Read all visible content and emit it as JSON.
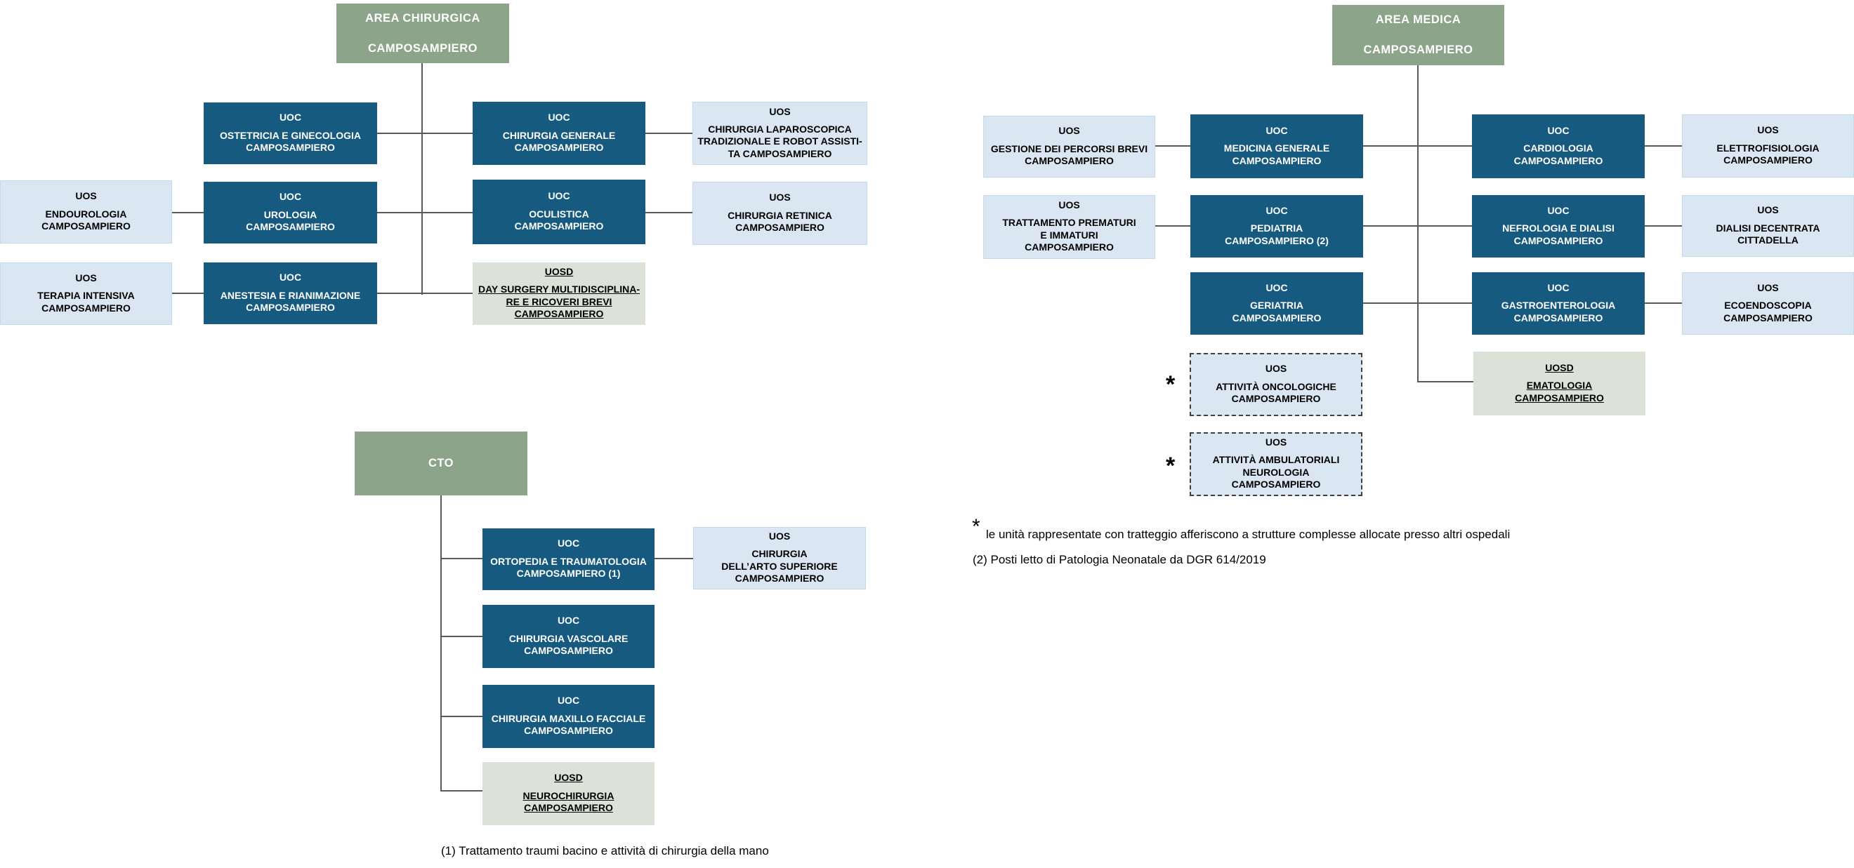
{
  "palette": {
    "uoc_blue": "#175A80",
    "uos_light_blue": "#DAE7F3",
    "uosd_sage": "#DCE2D7",
    "area_green": "#8CA489",
    "connector_gray": "#595959",
    "dashed_border": "#3F3F3F"
  },
  "asterisk": "*",
  "nodes": {
    "area_chirurgica": {
      "name": "AREA CHIRURGICA\nCAMPOSAMPIERO"
    },
    "ostetricia": {
      "type": "UOC",
      "name": "OSTETRICIA E GINECOLOGIA\nCAMPOSAMPIERO"
    },
    "urologia": {
      "type": "UOC",
      "name": "UROLOGIA\nCAMPOSAMPIERO"
    },
    "anestesia": {
      "type": "UOC",
      "name": "ANESTESIA E RIANIMAZIONE\nCAMPOSAMPIERO"
    },
    "chirurgia_generale": {
      "type": "UOC",
      "name": "CHIRURGIA GENERALE\nCAMPOSAMPIERO"
    },
    "oculistica": {
      "type": "UOC",
      "name": "OCULISTICA\nCAMPOSAMPIERO"
    },
    "day_surgery": {
      "type": "UOSD",
      "name": "DAY SURGERY  MULTIDISCIPLINA-\nRE E RICOVERI BREVI\nCAMPOSAMPIERO"
    },
    "chir_laparoscopica": {
      "type": "UOS",
      "name": "CHIRURGIA LAPAROSCOPICA\nTRADIZIONALE E ROBOT ASSISTI-\nTA CAMPOSAMPIERO"
    },
    "chir_retinica": {
      "type": "UOS",
      "name": "CHIRURGIA RETINICA\nCAMPOSAMPIERO"
    },
    "endourologia": {
      "type": "UOS",
      "name": "ENDOUROLOGIA\nCAMPOSAMPIERO"
    },
    "terapia_intensiva": {
      "type": "UOS",
      "name": "TERAPIA INTENSIVA\nCAMPOSAMPIERO"
    },
    "cto": {
      "name": "CTO"
    },
    "ortopedia": {
      "type": "UOC",
      "name": "ORTOPEDIA E TRAUMATOLOGIA\nCAMPOSAMPIERO (1)"
    },
    "chir_vascolare": {
      "type": "UOC",
      "name": "CHIRURGIA VASCOLARE\nCAMPOSAMPIERO"
    },
    "maxillo_facciale": {
      "type": "UOC",
      "name": "CHIRURGIA MAXILLO FACCIALE\nCAMPOSAMPIERO"
    },
    "neurochirurgia": {
      "type": "UOSD",
      "name": "NEUROCHIRURGIA\nCAMPOSAMPIERO"
    },
    "chir_arto": {
      "type": "UOS",
      "name": "CHIRURGIA\nDELL’ARTO SUPERIORE\nCAMPOSAMPIERO"
    },
    "area_medica": {
      "name": "AREA MEDICA\nCAMPOSAMPIERO"
    },
    "medicina_generale": {
      "type": "UOC",
      "name": "MEDICINA GENERALE\nCAMPOSAMPIERO"
    },
    "pediatria": {
      "type": "UOC",
      "name": "PEDIATRIA\nCAMPOSAMPIERO (2)"
    },
    "geriatria": {
      "type": "UOC",
      "name": "GERIATRIA\nCAMPOSAMPIERO"
    },
    "gestione_percorsi": {
      "type": "UOS",
      "name": "GESTIONE DEI PERCORSI BREVI\nCAMPOSAMPIERO"
    },
    "tratt_prematuri": {
      "type": "UOS",
      "name": "TRATTAMENTO PREMATURI\nE IMMATURI\nCAMPOSAMPIERO"
    },
    "att_oncologiche": {
      "type": "UOS",
      "name": "ATTIVITÀ ONCOLOGICHE\nCAMPOSAMPIERO"
    },
    "att_ambulatoriali": {
      "type": "UOS",
      "name": "ATTIVITÀ  AMBULATORIALI\nNEUROLOGIA\nCAMPOSAMPIERO"
    },
    "cardiologia": {
      "type": "UOC",
      "name": "CARDIOLOGIA\nCAMPOSAMPIERO"
    },
    "nefrologia": {
      "type": "UOC",
      "name": "NEFROLOGIA E DIALISI\nCAMPOSAMPIERO"
    },
    "gastroenterologia": {
      "type": "UOC",
      "name": "GASTROENTEROLOGIA\nCAMPOSAMPIERO"
    },
    "ematologia": {
      "type": "UOSD",
      "name": "EMATOLOGIA\nCAMPOSAMPIERO"
    },
    "elettrofisiologia": {
      "type": "UOS",
      "name": "ELETTROFISIOLOGIA\nCAMPOSAMPIERO"
    },
    "dialisi_decentrata": {
      "type": "UOS",
      "name": "DIALISI DECENTRATA\nCITTADELLA"
    },
    "ecoendoscopia": {
      "type": "UOS",
      "name": "ECOENDOSCOPIA\nCAMPOSAMPIERO"
    }
  },
  "footnotes": {
    "mano": "(1) Trattamento traumi bacino e attività di chirurgia della mano",
    "tratteggio": "le unità rappresentate con tratteggio afferiscono a strutture complesse allocate presso altri ospedali",
    "dgr": "(2) Posti letto di Patologia Neonatale da DGR 614/2019"
  }
}
